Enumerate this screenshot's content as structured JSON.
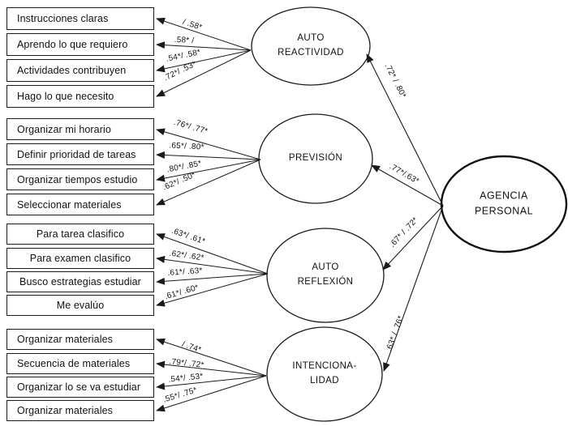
{
  "agency": {
    "name_line1": "AGENCIA",
    "name_line2": "PERSONAL"
  },
  "factors": [
    {
      "name_line1": "AUTO",
      "name_line2": "REACTIVIDAD",
      "path_coefficient": ".72* / .80*",
      "indicators": [
        {
          "label": "Instrucciones claras",
          "loading": "/ .58*"
        },
        {
          "label": "Aprendo lo que requiero",
          "loading": ".58* /"
        },
        {
          "label": "Actividades contribuyen",
          "loading": ".54*/ .58*"
        },
        {
          "label": "Hago lo que necesito",
          "loading": ".72*/ .53*"
        }
      ]
    },
    {
      "name_line1": "PREVISIÓN",
      "name_line2": "",
      "path_coefficient": ".77*/.63*",
      "indicators": [
        {
          "label": "Organizar mi horario",
          "loading": ".76*/ .77*"
        },
        {
          "label": "Definir prioridad de tareas",
          "loading": ".65*/ .80*"
        },
        {
          "label": "Organizar tiempos estudio",
          "loading": ".80*/ .85*"
        },
        {
          "label": "Seleccionar materiales",
          "loading": ".62*/ .50*"
        }
      ]
    },
    {
      "name_line1": "AUTO",
      "name_line2": "REFLEXIÓN",
      "path_coefficient": ".67* / .72*",
      "indicators": [
        {
          "label": "Para tarea clasifico",
          "loading": ".63*/ .61*"
        },
        {
          "label": "Para examen clasifico",
          "loading": ".62*/ .62*"
        },
        {
          "label": "Busco estrategias estudiar",
          "loading": ".61*/ .63*"
        },
        {
          "label": "Me evalúo",
          "loading": ".61*/ .60*"
        }
      ]
    },
    {
      "name_line1": "INTENCIONA-",
      "name_line2": "LIDAD",
      "path_coefficient": ".63* / .76*",
      "indicators": [
        {
          "label": "Organizar materiales",
          "loading": "/ .74*"
        },
        {
          "label": "Secuencia de materiales",
          "loading": ".79*/ .72*"
        },
        {
          "label": "Organizar lo se va estudiar",
          "loading": ".54*/ .53*"
        },
        {
          "label": "Organizar materiales",
          "loading": ".55*/ .75*"
        }
      ]
    }
  ],
  "colors": {
    "stroke": "#1a1a1a",
    "background": "#ffffff"
  }
}
